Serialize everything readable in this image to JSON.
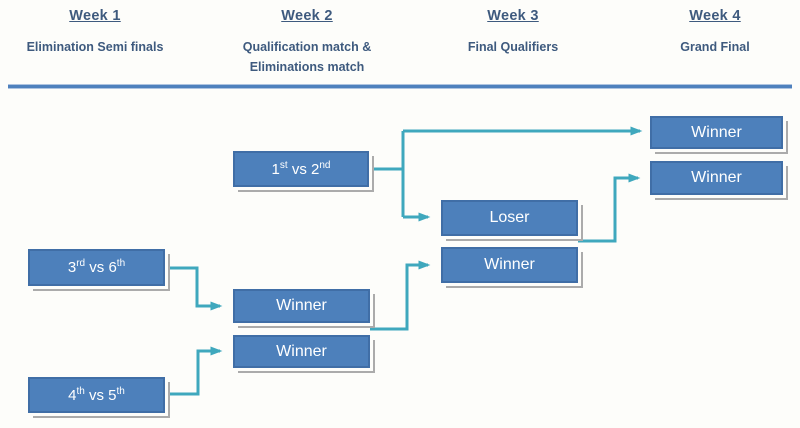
{
  "title": "Finals tournament bracket",
  "colors": {
    "page_bg": "#fdfdfa",
    "header_text": "#3e5a7e",
    "divider": "#4f81bd",
    "box_fill": "#4d80bb",
    "box_text": "#ffffff",
    "connector": "#3fa8bd"
  },
  "columns": [
    {
      "week": "Week 1",
      "subtitle": "Elimination Semi finals"
    },
    {
      "week": "Week 2",
      "subtitle": "Qualification match & Eliminations match"
    },
    {
      "week": "Week 3",
      "subtitle": "Final Qualifiers"
    },
    {
      "week": "Week 4",
      "subtitle": "Grand Final"
    }
  ],
  "boxes": {
    "match_1v2": {
      "p1": "1",
      "s1": "st",
      "mid": " vs ",
      "p2": "2",
      "s2": "nd"
    },
    "match_3v6": {
      "p1": "3",
      "s1": "rd",
      "mid": " vs ",
      "p2": "6",
      "s2": "th"
    },
    "match_4v5": {
      "p1": "4",
      "s1": "th",
      "mid": " vs ",
      "p2": "5",
      "s2": "th"
    },
    "w2_winner_top": "Winner",
    "w2_winner_bottom": "Winner",
    "w3_loser": "Loser",
    "w3_winner": "Winner",
    "w4_winner_top": "Winner",
    "w4_winner_bottom": "Winner"
  }
}
